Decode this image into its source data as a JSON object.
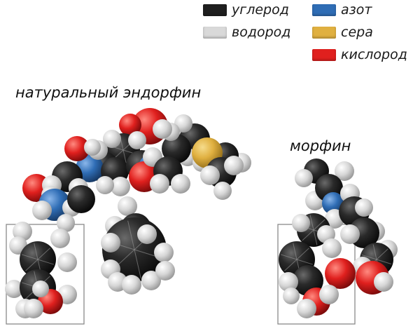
{
  "colors": {
    "carbon": "#1f1f1f",
    "hydrogen": "#d9d9d9",
    "nitrogen": "#2f6db5",
    "sulfur": "#e0b040",
    "oxygen": "#e0201e"
  },
  "legend": [
    {
      "key": "carbon",
      "label": "углерод"
    },
    {
      "key": "hydrogen",
      "label": "водород"
    },
    {
      "key": "nitrogen",
      "label": "азот"
    },
    {
      "key": "sulfur",
      "label": "сера"
    },
    {
      "key": "oxygen",
      "label": "кислород"
    }
  ],
  "molecules": {
    "endorphin": {
      "title": "натуральный эндорфин"
    },
    "morphine": {
      "title": "морфин"
    }
  }
}
